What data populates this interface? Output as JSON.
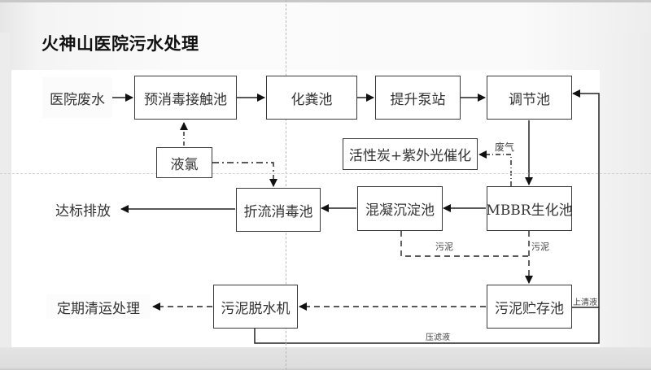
{
  "title": "火神山医院污水处理",
  "nodes": {
    "source": "医院废水",
    "pre_disinfection": "预消毒接触池",
    "septic_tank": "化粪池",
    "pump_station": "提升泵站",
    "regulating_tank": "调节池",
    "liquid_chlorine": "液氯",
    "gas_treatment": "活性炭+紫外光催化",
    "baffled_disinfection": "折流消毒池",
    "coagulation_sedimentation": "混凝沉淀池",
    "mbbr": "MBBR生化池",
    "discharge": "达标排放",
    "sludge_dewatering": "污泥脱水机",
    "sludge_storage": "污泥贮存池",
    "periodic_removal": "定期清运处理"
  },
  "edge_labels": {
    "waste_gas": "废气",
    "sludge_left": "污泥",
    "sludge_right": "污泥",
    "supernatant": "上清液",
    "filtrate": "压滤液"
  }
}
